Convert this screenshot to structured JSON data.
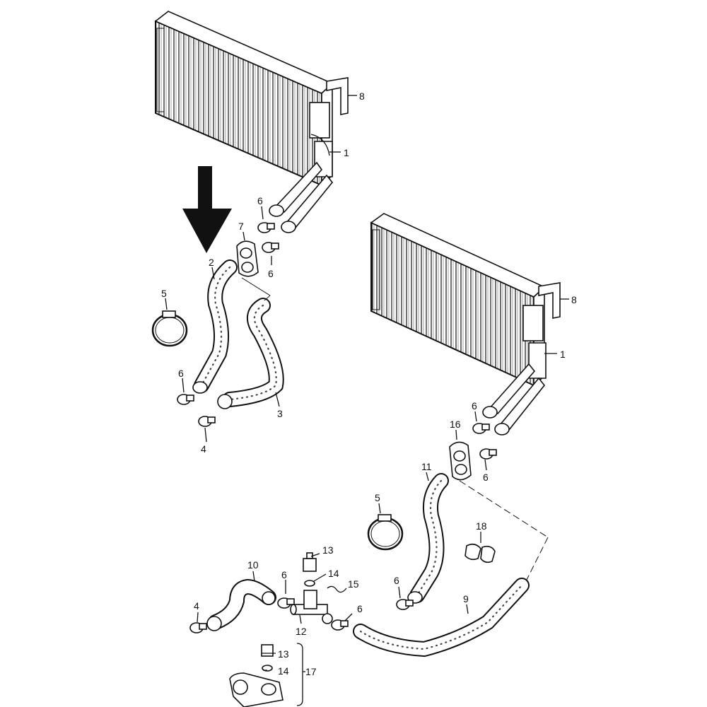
{
  "callouts": {
    "c1a": "1",
    "c1b": "1",
    "c2": "2",
    "c3": "3",
    "c4a": "4",
    "c4b": "4",
    "c5a": "5",
    "c5b": "5",
    "c6a": "6",
    "c6b": "6",
    "c6c": "6",
    "c6d": "6",
    "c6e": "6",
    "c6f": "6",
    "c6g": "6",
    "c6h": "6",
    "c7": "7",
    "c8a": "8",
    "c8b": "8",
    "c9": "9",
    "c10": "10",
    "c11": "11",
    "c12": "12",
    "c13a": "13",
    "c13b": "13",
    "c14a": "14",
    "c14b": "14",
    "c15": "15",
    "c16": "16",
    "c17": "17",
    "c18": "18"
  },
  "colors": {
    "ink": "#111111",
    "paper": "#ffffff"
  }
}
